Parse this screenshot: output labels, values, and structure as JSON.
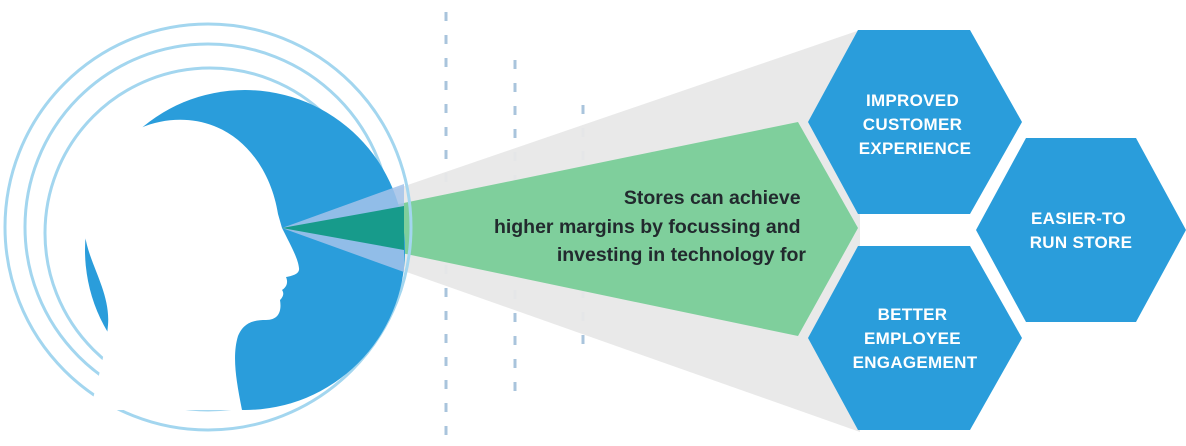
{
  "colors": {
    "primary_blue": "#2a9ddb",
    "ring_blue": "#a3d6ef",
    "cone_green": "#7fcf9c",
    "cone_gray": "#e8e8e8",
    "beam_teal": "#179b8b",
    "face_white": "#ffffff",
    "text_dark": "#222a2e",
    "dash_gray": "#a9c4dc"
  },
  "icons": {
    "head": "head-silhouette-icon"
  },
  "center": {
    "lines": [
      "Stores can achieve",
      "higher margins by focussing and",
      "investing in technology for"
    ]
  },
  "hexagons": [
    {
      "id": "improved-customer-experience",
      "lines": [
        "IMPROVED",
        "CUSTOMER",
        "EXPERIENCE"
      ]
    },
    {
      "id": "easier-to-run-store",
      "lines": [
        "EASIER-TO",
        "RUN STORE"
      ]
    },
    {
      "id": "better-employee-engagement",
      "lines": [
        "BETTER",
        "EMPLOYEE",
        "ENGAGEMENT"
      ]
    }
  ]
}
